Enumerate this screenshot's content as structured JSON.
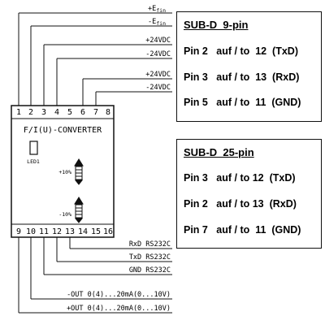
{
  "converter": {
    "title": "F/I(U)-CONVERTER",
    "led_label": "LED1",
    "pot_plus_label": "+10%",
    "pot_minus_label": "-10%",
    "top_pins": [
      "1",
      "2",
      "3",
      "4",
      "5",
      "6",
      "7",
      "8"
    ],
    "bottom_pins": [
      "9",
      "10",
      "11",
      "12",
      "13",
      "14",
      "15",
      "16"
    ]
  },
  "top_wires": {
    "pos_e": "+E",
    "pos_e_sub": "fin",
    "neg_e": "-E",
    "neg_e_sub": "fin",
    "p24_a": "+24VDC",
    "m24_a": "-24VDC",
    "p24_b": "+24VDC",
    "m24_b": "-24VDC"
  },
  "bottom_wires": {
    "rxd": "RxD RS232C",
    "txd": "TxD RS232C",
    "gnd": "GND RS232C",
    "neg_out": "-OUT 0(4)...20mA(0...10V)",
    "pos_out": "+OUT 0(4)...20mA(0...10V)"
  },
  "sub_d_9": {
    "title": "SUB-D  9-pin",
    "rows": [
      "Pin 2   auf / to  12  (TxD)",
      "Pin 3   auf / to  13  (RxD)",
      "Pin 5   auf / to  11  (GND)"
    ]
  },
  "sub_d_25": {
    "title": "SUB-D  25-pin",
    "rows": [
      "Pin 3   auf / to 12  (TxD)",
      "Pin 2   auf / to 13  (RxD)",
      "Pin 7   auf / to  11  (GND)"
    ]
  }
}
